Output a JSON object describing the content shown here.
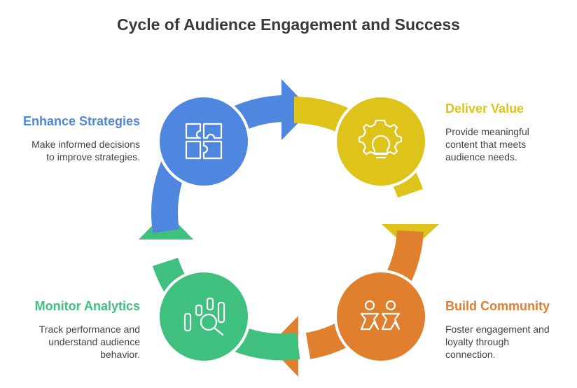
{
  "title": "Cycle of Audience Engagement and Success",
  "steps": [
    {
      "title": "Enhance Strategies",
      "description": [
        "Make informed decisions",
        "to improve strategies."
      ],
      "color": "#4F86E0",
      "icon": "puzzle-icon"
    },
    {
      "title": "Deliver Value",
      "description": [
        "Provide meaningful",
        "content that meets",
        "audience needs."
      ],
      "color": "#DDC31A",
      "icon": "lightbulb-gear-icon"
    },
    {
      "title": "Build Community",
      "description": [
        "Foster engagement and",
        "loyalty through",
        "connection."
      ],
      "color": "#E07F2E",
      "icon": "people-icon"
    },
    {
      "title": "Monitor Analytics",
      "description": [
        "Track performance and",
        "understand audience",
        "behavior."
      ],
      "color": "#3FC07F",
      "icon": "analytics-icon"
    }
  ]
}
